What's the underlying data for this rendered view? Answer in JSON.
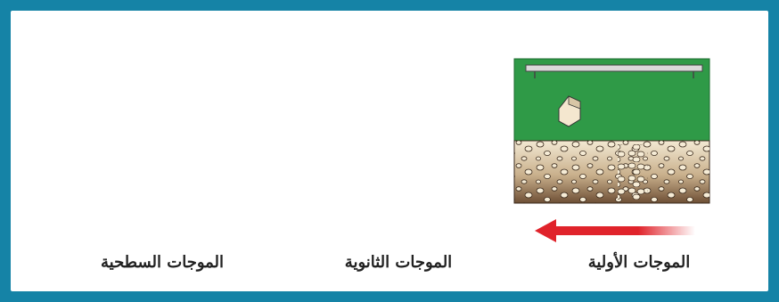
{
  "labels": {
    "primary": "الموجات الأولية",
    "secondary": "الموجات الثانوية",
    "surface": "الموجات السطحية"
  },
  "colors": {
    "frame": "#1583a6",
    "grass": "#2f9a47",
    "grass_dark": "#237a37",
    "soil": "#7a5a3e",
    "soil_light": "#f1e6cf",
    "arrow": "#e0232b",
    "pebble": "#f6ecd6"
  }
}
